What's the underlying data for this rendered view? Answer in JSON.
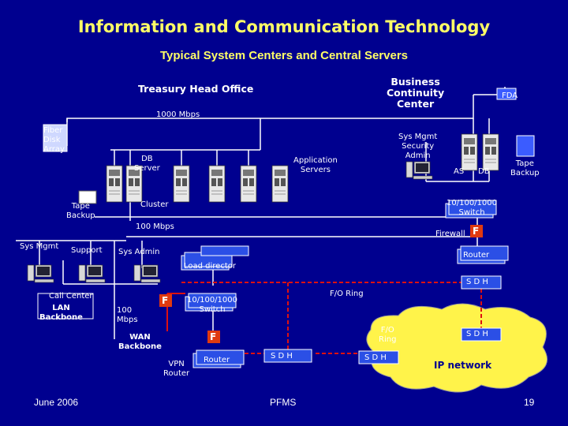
{
  "title": "Information and Communication Technology",
  "subtitle": "Typical System Centers and Central Servers",
  "labels": {
    "treasury": "Treasury Head Office",
    "bcc": "Business\nContinuity\nCenter",
    "fda": "FDA",
    "mbps1000": "1000 Mbps",
    "fiber": "Fiber\nDisk\nArray",
    "db_server": "DB\nServer",
    "app_servers": "Application\nServers",
    "sysmgmt_admin": "Sys Mgmt\nSecurity\nAdmin",
    "as": "AS",
    "db": "DB",
    "tape_backup_right": "Tape\nBackup",
    "tape_backup_left": "Tape\nBackup",
    "cluster": "Cluster",
    "switch_top": "10/100/1000\nSwitch",
    "mbps100": "100 Mbps",
    "firewall": "Firewall",
    "f_mark": "F",
    "sys_mgmt": "Sys Mgmt",
    "support": "Support",
    "sys_admin": "Sys Admin",
    "router_right": "Router",
    "load_director": "Load director",
    "sdh": "S D H",
    "call_center": "Call Center",
    "lan_backbone": "LAN\nBackbone",
    "mbps100_b": "100\nMbps",
    "switch_mid": "10/100/1000\nSwitch",
    "fo_ring_1": "F/O Ring",
    "fo_ring_2": "F/O\nRing",
    "wan_backbone": "WAN\nBackbone",
    "router_mid": "Router",
    "vpn_router": "VPN\nRouter",
    "ip_network": "IP network"
  },
  "footer": {
    "date": "June 2006",
    "center": "PFMS",
    "page": "19"
  },
  "colors": {
    "background": "#00008f",
    "title": "#ffff66",
    "link_white": "#ffffff",
    "link_red": "#dd1111",
    "firewall": "#e03a10",
    "cloud": "#fff34a"
  }
}
